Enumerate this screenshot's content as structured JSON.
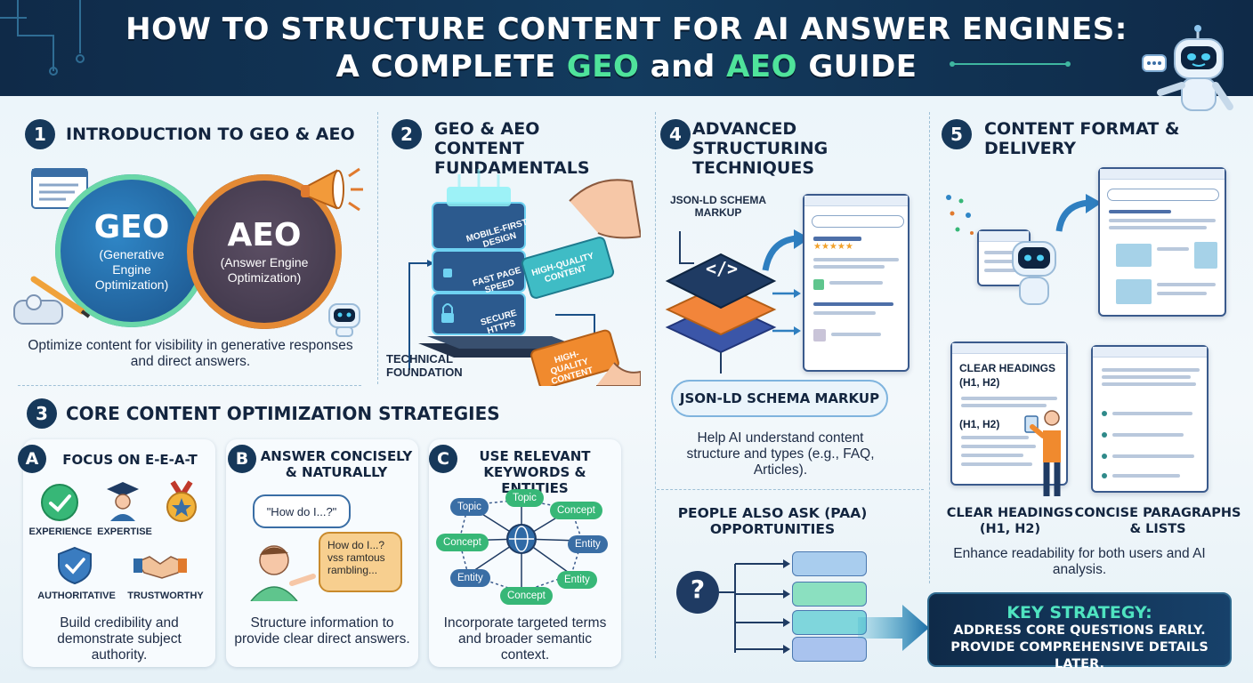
{
  "header": {
    "line1": "HOW TO STRUCTURE CONTENT FOR AI ANSWER ENGINES:",
    "line2_prefix": "A COMPLETE ",
    "line2_geo": "GEO",
    "line2_and": " and ",
    "line2_aeo": "AEO",
    "line2_suffix": " GUIDE"
  },
  "section1": {
    "number": "1",
    "title": "INTRODUCTION TO GEO & AEO",
    "geo_title": "GEO",
    "geo_sub": "(Generative Engine Optimization)",
    "aeo_title": "AEO",
    "aeo_sub": "(Answer Engine Optimization)",
    "description": "Optimize content for visibility in generative responses and direct answers."
  },
  "section2": {
    "number": "2",
    "title": "GEO & AEO CONTENT FUNDAMENTALS",
    "layers": [
      "MOBILE-FIRST DESIGN",
      "FAST PAGE SPEED",
      "SECURE HTTPS"
    ],
    "card_top": "HIGH-QUALITY CONTENT",
    "card_bottom": "HIGH-QUALITY CONTENT",
    "foundation_label": "TECHNICAL FOUNDATION"
  },
  "section3": {
    "number": "3",
    "title": "CORE CONTENT OPTIMIZATION STRATEGIES",
    "cardA": {
      "letter": "A",
      "title": "FOCUS ON E-E-A-T",
      "icons": [
        "EXPERIENCE",
        "EXPERTISE",
        "AUTHORITATIVE",
        "TRUSTWORTHY"
      ],
      "description": "Build credibility and demonstrate subject authority."
    },
    "cardB": {
      "letter": "B",
      "title": "ANSWER CONCISELY & NATURALLY",
      "bubble1": "\"How do I...?\"",
      "bubble2": "How do I...? vss ramtous rambling...",
      "description": "Structure information to provide clear direct answers."
    },
    "cardC": {
      "letter": "C",
      "title": "USE RELEVANT KEYWORDS & ENTITIES",
      "nodes": [
        "Topic",
        "Topic",
        "Concept",
        "Concept",
        "Entity",
        "Entity",
        "Entity",
        "Concept"
      ],
      "description": "Incorporate targeted terms and broader semantic context."
    }
  },
  "section4": {
    "number": "4",
    "title": "ADVANCED STRUCTURING TECHNIQUES",
    "code_label": "JSON-LD SCHEMA MARKUP",
    "code_glyph": "</>",
    "pill": "JSON-LD SCHEMA MARKUP",
    "description": "Help AI understand content structure and types (e.g., FAQ, Articles).",
    "paa_title": "PEOPLE ALSO ASK (PAA) OPPORTUNITIES",
    "paa_glyph": "?"
  },
  "section5": {
    "number": "5",
    "title": "CONTENT FORMAT & DELIVERY",
    "browser_heading_1": "CLEAR HEADINGS (H1, H2)",
    "browser_heading_2": "(H1, H2)",
    "label_left": "CLEAR HEADINGS (H1, H2)",
    "label_right": "CONCISE PARAGRAPHS & LISTS",
    "description": "Enhance readability for both users and AI analysis."
  },
  "key_strategy": {
    "title": "KEY STRATEGY:",
    "line1": "ADDRESS CORE QUESTIONS EARLY.",
    "line2": "PROVIDE COMPREHENSIVE DETAILS LATER."
  },
  "colors": {
    "navy": "#16385a",
    "accent_green": "#4fe39b",
    "geo_blue": "#2a7ab8",
    "aeo_orange": "#e07a2e"
  }
}
